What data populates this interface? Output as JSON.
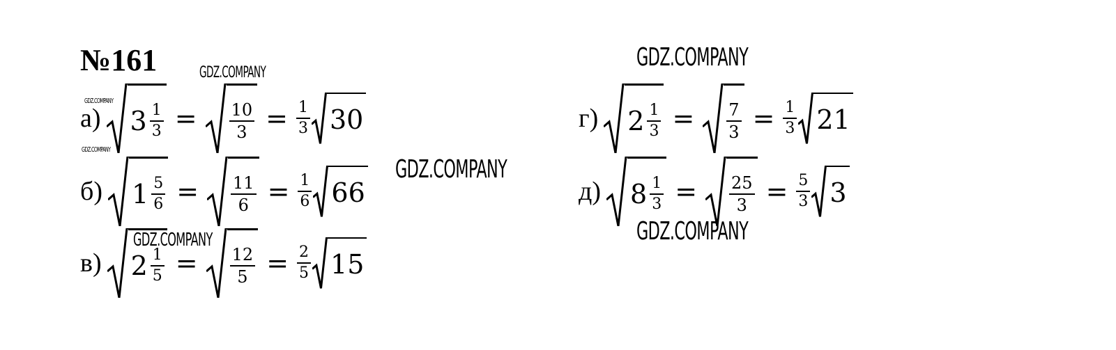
{
  "title": "№161",
  "watermark": "GDZ.COMPANY",
  "problems": [
    {
      "letter": "а)",
      "whole": "3",
      "num": "1",
      "den": "3",
      "imp_num": "10",
      "imp_den": "3",
      "coef_num": "1",
      "coef_den": "3",
      "radical": "30"
    },
    {
      "letter": "б)",
      "whole": "1",
      "num": "5",
      "den": "6",
      "imp_num": "11",
      "imp_den": "6",
      "coef_num": "1",
      "coef_den": "6",
      "radical": "66"
    },
    {
      "letter": "в)",
      "whole": "2",
      "num": "1",
      "den": "5",
      "imp_num": "12",
      "imp_den": "5",
      "coef_num": "2",
      "coef_den": "5",
      "radical": "15"
    },
    {
      "letter": "г)",
      "whole": "2",
      "num": "1",
      "den": "3",
      "imp_num": "7",
      "imp_den": "3",
      "coef_num": "1",
      "coef_den": "3",
      "radical": "21"
    },
    {
      "letter": "д)",
      "whole": "8",
      "num": "1",
      "den": "3",
      "imp_num": "25",
      "imp_den": "3",
      "coef_num": "5",
      "coef_den": "3",
      "radical": "3"
    }
  ],
  "operators": {
    "equals": "="
  }
}
